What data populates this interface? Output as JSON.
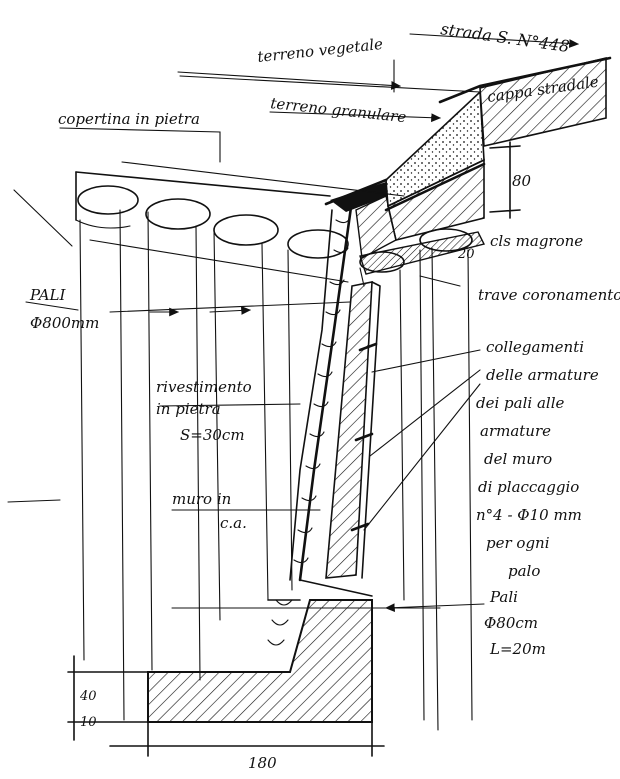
{
  "labels": {
    "road": "strada S. N°448",
    "topsoil": "terreno vegetale",
    "granular": "terreno granulare",
    "stone_coping": "copertina in pietra",
    "road_slab": "cappa stradale",
    "dim_80": "80",
    "lean_concrete": "cls magrone",
    "dim_20": "20",
    "beam": "trave coronamento",
    "piles_left": "PALI",
    "piles_left_dia": "Φ800mm",
    "stone_cladding_1": "rivestimento",
    "stone_cladding_2": "in pietra",
    "stone_cladding_3": "S=30cm",
    "wall": "muro in",
    "wall_2": "c.a.",
    "conn_1": "collegamenti",
    "conn_2": "delle armature",
    "conn_3": "dei pali alle",
    "conn_4": "armature",
    "conn_5": "del muro",
    "conn_6": "di placcaggio",
    "conn_7": "n°4 - Φ10 mm",
    "conn_8": "per ogni",
    "conn_9": "palo",
    "piles_right_1": "Pali",
    "piles_right_2": "Φ80cm",
    "piles_right_3": "L=20m",
    "dim_40": "40",
    "dim_10": "10",
    "dim_180": "180"
  }
}
